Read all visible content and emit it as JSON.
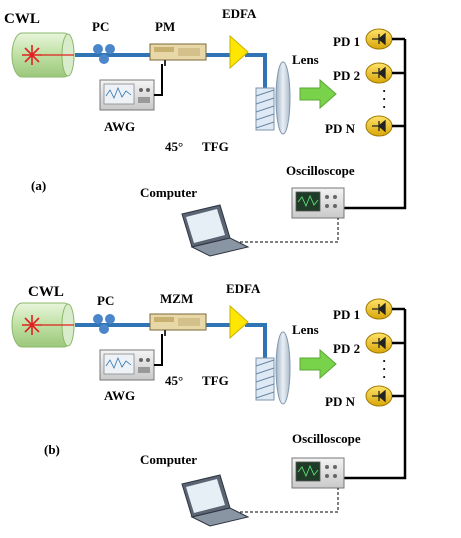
{
  "panels": [
    {
      "id": "a",
      "caption": "(a)",
      "source": "CWL",
      "polarization": "PC",
      "modulator": "PM",
      "amplifier": "EDFA",
      "grating": "TFG",
      "angle": "45°",
      "lens": "Lens",
      "generator": "AWG",
      "scope": "Oscilloscope",
      "computer": "Computer",
      "detectors": [
        "PD 1",
        "PD 2",
        "PD N"
      ],
      "ellipsis": "·\n·\n·"
    },
    {
      "id": "b",
      "caption": "(b)",
      "source": "CWL",
      "polarization": "PC",
      "modulator": "MZM",
      "amplifier": "EDFA",
      "grating": "TFG",
      "angle": "45°",
      "lens": "Lens",
      "generator": "AWG",
      "scope": "Oscilloscope",
      "computer": "Computer",
      "detectors": [
        "PD 1",
        "PD 2",
        "PD N"
      ],
      "ellipsis": "·\n·\n·"
    }
  ],
  "colors": {
    "fiber": "#2f74b5",
    "laser_body": "#cfe8b8",
    "edfa": "#ffe600",
    "arrow": "#79d34a",
    "pd": "#f2c618",
    "wire": "#000000"
  },
  "icons": [
    "laser-icon",
    "polarization-controller-icon",
    "modulator-icon",
    "amplifier-icon",
    "grating-icon",
    "lens-icon",
    "arrow-icon",
    "photodiode-icon",
    "oscilloscope-icon",
    "laptop-icon",
    "awg-icon"
  ]
}
